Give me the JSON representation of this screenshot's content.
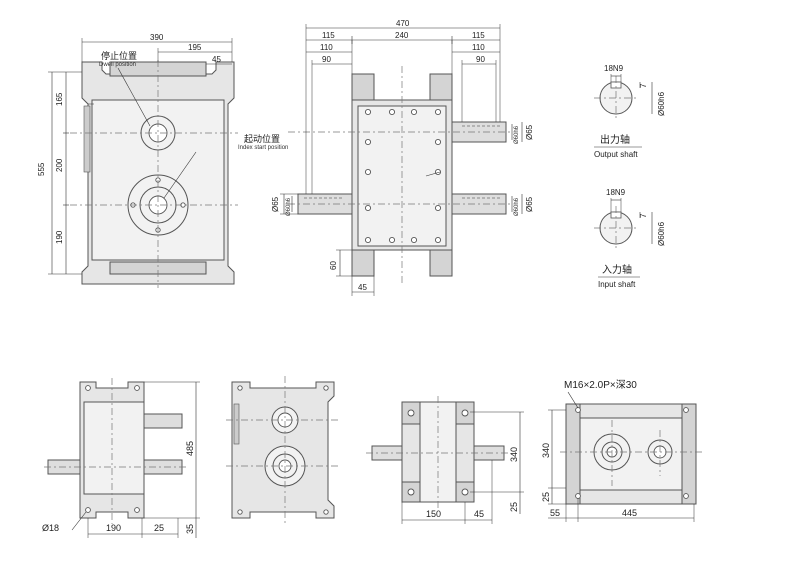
{
  "labels": {
    "dwell_cn": "停止位置",
    "dwell_en": "Dwell position",
    "index_cn": "起动位置",
    "index_en": "Index start position",
    "output_cn": "出力轴",
    "output_en": "Output shaft",
    "input_cn": "入力轴",
    "input_en": "Input shaft",
    "tap_note": "M16×2.0P×深30"
  },
  "front_view": {
    "w390": "390",
    "w195": "195",
    "w45": "45",
    "h555": "555",
    "h165": "165",
    "h200": "200",
    "h190": "190"
  },
  "top_view": {
    "w470": "470",
    "w115a": "115",
    "w240": "240",
    "w115b": "115",
    "w110a": "110",
    "w90a": "90",
    "w110b": "110",
    "w90b": "90",
    "d65a": "Ø65",
    "d60a": "Ø60h6",
    "d65b": "Ø65",
    "d60b": "Ø60h6",
    "d65c": "Ø65",
    "d60c": "Ø60h6",
    "h60": "60",
    "w45": "45"
  },
  "shaft_details": {
    "key_out": "18N9",
    "dim7_out": "7",
    "dia_out": "Ø60h6",
    "key_in": "18N9",
    "dim7_in": "7",
    "dia_in": "Ø60h6"
  },
  "bottom_views": {
    "d18": "Ø18",
    "w190": "190",
    "w25a": "25",
    "h485": "485",
    "h35": "35",
    "h340a": "340",
    "w150": "150",
    "w45": "45",
    "h25a": "25",
    "h340b": "340",
    "h25b": "25",
    "w55": "55",
    "w445": "445"
  }
}
